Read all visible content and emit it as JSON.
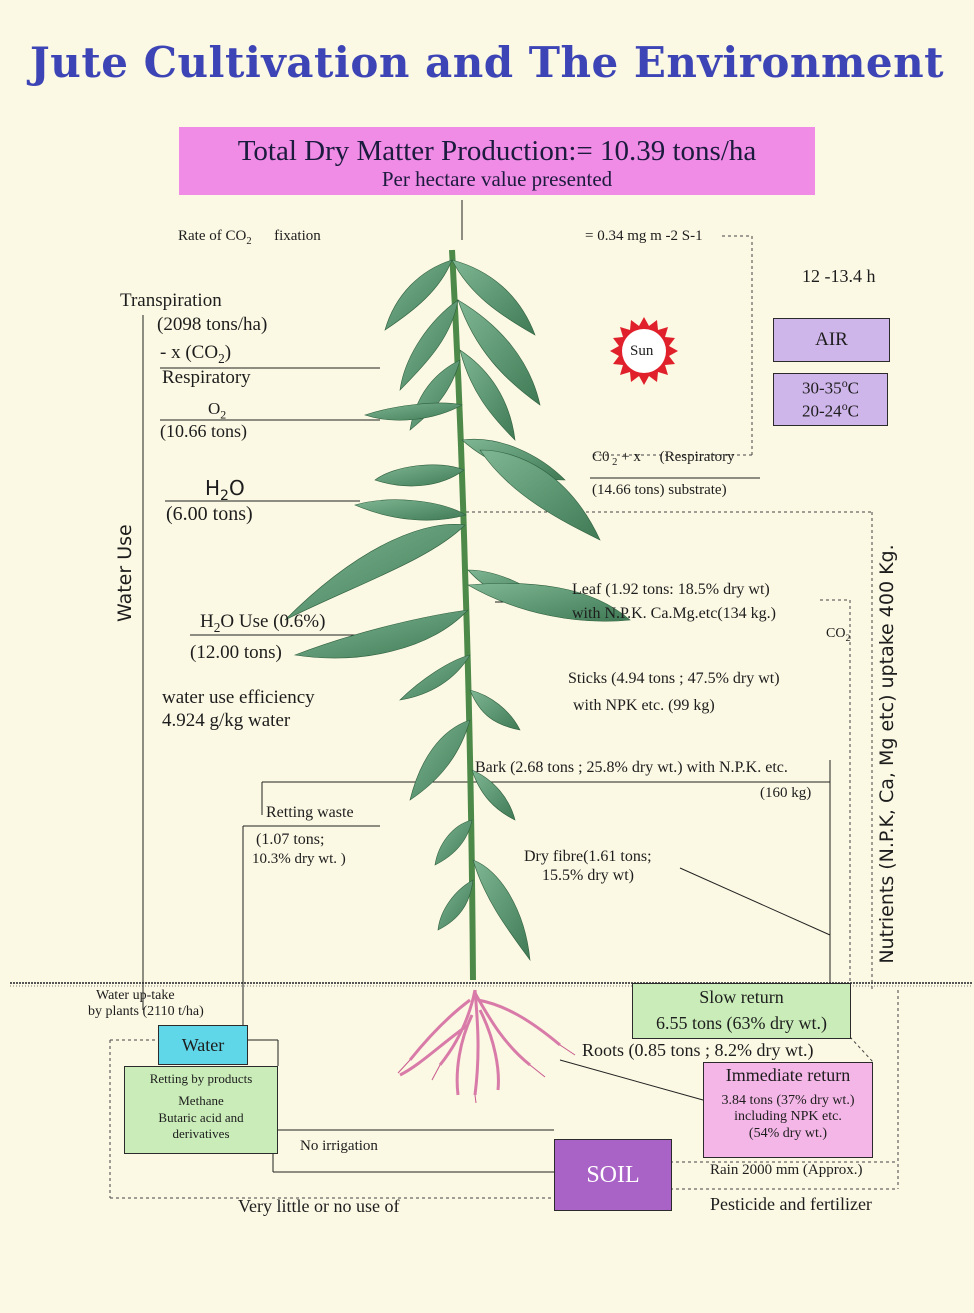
{
  "title": "Jute Cultivation and The Environment",
  "header_box": {
    "line1": "Total Dry Matter Production:=  10.39 tons/ha",
    "line2": "Per hectare value presented"
  },
  "co2_fixation": {
    "label": "Rate of CO2   fixation",
    "value": "= 0.34 mg  m -2 S-1"
  },
  "daylength": "12 -13.4 h",
  "sun_label": "Sun",
  "air": {
    "label": "AIR",
    "temp_day": "30-35oC",
    "temp_night": "20-24oC"
  },
  "left_panel": {
    "transpiration": "Transpiration",
    "transpiration_value": "(2098 tons/ha)",
    "co2": "- x (CO2)",
    "respiratory": "Respiratory",
    "o2": "O2",
    "o2_value": "(10.66 tons)",
    "h2o": "H2O",
    "h2o_value": "(6.00 tons)",
    "h2o_use": "H2O Use (0.6%)",
    "h2o_use_value": "(12.00 tons)",
    "wue_label": "water use efficiency",
    "wue_value": "4.924 g/kg water",
    "water_use": "Water Use"
  },
  "right_panel": {
    "co2_resp": "C0 2 + x    (Respiratory",
    "co2_resp_value": "(14.66 tons)    substrate)",
    "leaf1": "Leaf (1.92 tons: 18.5% dry  wt)",
    "leaf2": "with N.P.K. Ca.Mg.etc(134 kg.)",
    "co2_small": "CO2",
    "sticks1": "Sticks (4.94 tons ; 47.5% dry wt)",
    "sticks2": "with NPK etc. (99 kg)",
    "bark1": "Bark (2.68 tons ;  25.8%  dry wt.) with N.P.K. etc.",
    "bark2": "(160 kg)",
    "fibre1": "Dry  fibre(1.61 tons;",
    "fibre2": "15.5% dry wt)",
    "nutrients": "Nutrients (N.P.K, Ca, Mg etc) uptake 400 Kg."
  },
  "retting": {
    "waste": "Retting waste",
    "value1": "(1.07 tons;",
    "value2": "10.3% dry wt. )"
  },
  "soil_section": {
    "water_uptake1": "Water up-take",
    "water_uptake2": "by  plants (2110  t/ha)",
    "water_box": "Water",
    "retting_by_products": [
      "Retting by products",
      "Methane",
      "Butaric acid and",
      "derivatives"
    ],
    "no_irrigation": "No irrigation",
    "soil": "SOIL",
    "very_little": "Very little or no use of",
    "slow_return": "Slow return",
    "slow_return_value": "6.55 tons  (63% dry wt.)",
    "roots": "Roots (0.85 tons ; 8.2% dry wt.)",
    "immediate_return": "Immediate return",
    "immediate_lines": [
      "3.84 tons (37% dry wt.)",
      "including NPK etc.",
      "(54% dry wt.)"
    ],
    "rain": "Rain  2000 mm (Approx.)",
    "pesticide": "Pesticide and  fertilizer"
  },
  "colors": {
    "title": "#3d45b6",
    "header_box": "#f08be6",
    "air_box": "#cfb6ea",
    "water_box": "#5fd7e8",
    "green_box": "#c9ecb8",
    "immediate_box": "#f3b6e6",
    "soil_box": "#a962c6",
    "sun": "#e0202a",
    "leaf": "#5e9a72",
    "stem": "#4d8a4a",
    "roots": "#d97ba8"
  }
}
